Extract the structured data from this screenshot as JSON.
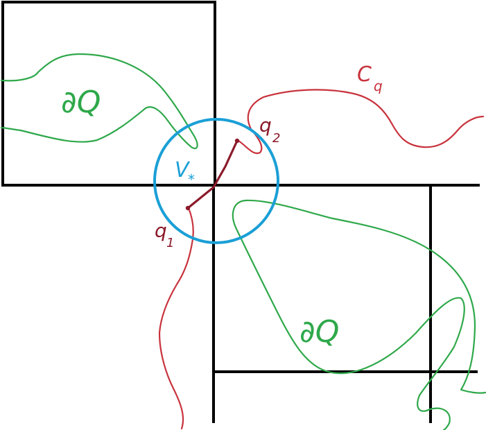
{
  "labels": {
    "boundary_top": "∂Q",
    "boundary_bottom": "∂Q",
    "curve": "C",
    "curve_sub": "q",
    "vertex": "V",
    "vertex_sub": "*",
    "q1": "q",
    "q1_sub": "1",
    "q2": "q",
    "q2_sub": "2"
  },
  "colors": {
    "boundary": "#2ea84a",
    "curve": "#c8323c",
    "vertex_circle": "#1a9fd6",
    "segment": "#8b1a2a",
    "square": "#000000",
    "background": "#ffffff"
  }
}
